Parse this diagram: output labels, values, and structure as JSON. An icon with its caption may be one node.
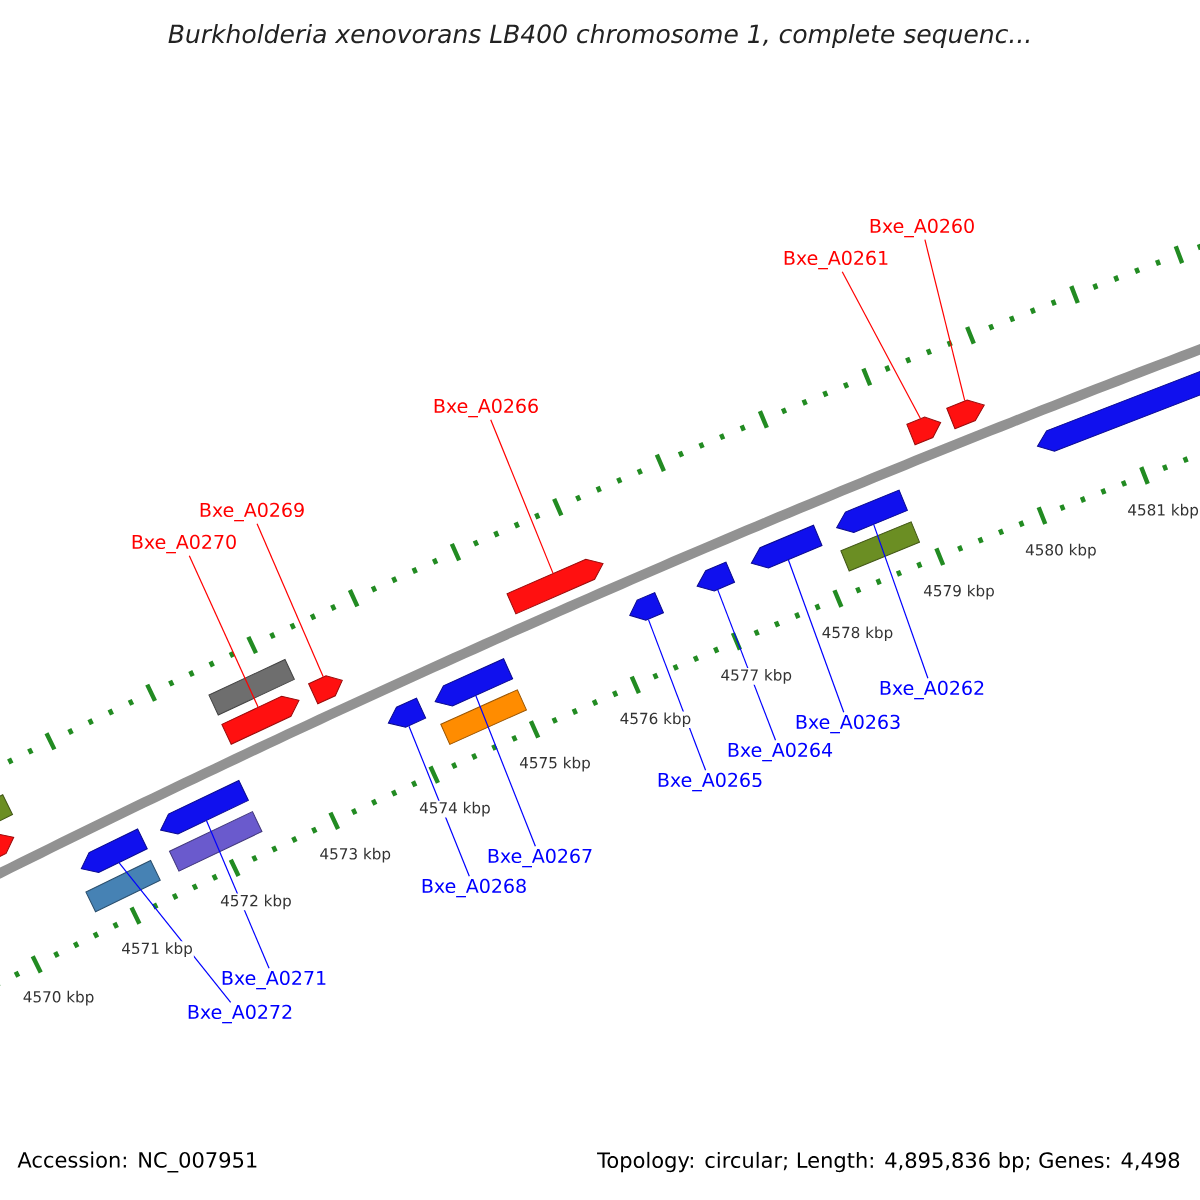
{
  "diagram": {
    "title": "Burkholderia xenovorans LB400 chromosome 1, complete sequenc...",
    "nodes": [
      {
        "text": [
          "Bxe_A0260"
        ]
      },
      {
        "text": [
          "Bxe_A0261"
        ]
      },
      {
        "text": [
          "Bxe_A0266"
        ]
      },
      {
        "text": [
          "Bxe_A0269"
        ]
      },
      {
        "text": [
          "Bxe_A0270"
        ]
      },
      {
        "text": [
          "Bxe_A0262"
        ]
      },
      {
        "text": [
          "Bxe_A0263"
        ]
      },
      {
        "text": [
          "Bxe_A0264"
        ]
      },
      {
        "text": [
          "Bxe_A0265"
        ]
      },
      {
        "text": [
          "Bxe_A0267"
        ]
      },
      {
        "text": [
          "Bxe_A0268"
        ]
      },
      {
        "text": [
          "Bxe_A0271"
        ]
      },
      {
        "text": [
          "Bxe_A0272"
        ]
      },
      {
        "text": [],
        "shape": "box"
      },
      {
        "text": [],
        "shape": "arrow"
      },
      {
        "text": [],
        "shape": "arrow"
      },
      {
        "text": [],
        "shape": "box"
      },
      {
        "text": [],
        "shape": "arrow"
      },
      {
        "text": [],
        "shape": "box"
      },
      {
        "text": [],
        "shape": "box"
      },
      {
        "text": [],
        "shape": "arrow"
      },
      {
        "text": [],
        "shape": "arrow"
      },
      {
        "text": [],
        "shape": "arrow"
      },
      {
        "text": [],
        "shape": "arrow"
      },
      {
        "text": [],
        "shape": "box"
      },
      {
        "text": [],
        "shape": "arrow"
      },
      {
        "text": [],
        "shape": "arrow"
      },
      {
        "text": [],
        "shape": "arrow"
      },
      {
        "text": [],
        "shape": "arrow"
      },
      {
        "text": [],
        "shape": "arrow"
      },
      {
        "text": [],
        "shape": "box"
      },
      {
        "text": [],
        "shape": "arrow"
      },
      {
        "text": [],
        "shape": "arrow"
      },
      {
        "text": [],
        "shape": "arrow"
      }
    ],
    "edges": [
      {
        "from": 0,
        "to": 32,
        "arrow": "none",
        "color": "#ff0000"
      },
      {
        "from": 1,
        "to": 31,
        "arrow": "none",
        "color": "#ff0000"
      },
      {
        "from": 2,
        "to": 25,
        "arrow": "none",
        "color": "#ff0000"
      },
      {
        "from": 3,
        "to": 21,
        "arrow": "none",
        "color": "#ff0000"
      },
      {
        "from": 4,
        "to": 20,
        "arrow": "none",
        "color": "#ff0000"
      },
      {
        "from": 5,
        "to": 29,
        "arrow": "none"
      },
      {
        "from": 6,
        "to": 28,
        "arrow": "none"
      },
      {
        "from": 7,
        "to": 27,
        "arrow": "none"
      },
      {
        "from": 8,
        "to": 26,
        "arrow": "none"
      },
      {
        "from": 9,
        "to": 23,
        "arrow": "none"
      },
      {
        "from": 10,
        "to": 22,
        "arrow": "none"
      },
      {
        "from": 11,
        "to": 17,
        "arrow": "none"
      },
      {
        "from": 12,
        "to": 15,
        "arrow": "none"
      }
    ],
    "labels": [
      "4570 kbp",
      "4571 kbp",
      "4572 kbp",
      "4573 kbp",
      "4574 kbp",
      "4575 kbp",
      "4576 kbp",
      "4577 kbp",
      "4578 kbp",
      "4579 kbp",
      "4580 kbp",
      "4581 kbp",
      "Accession: NC_007951",
      "Topology: circular; Length: 4,895,836 bp; Genes: 4,498"
    ]
  }
}
